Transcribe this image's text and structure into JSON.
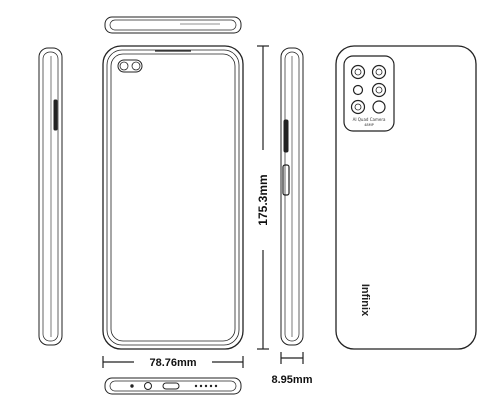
{
  "dimensions": {
    "height_label": "175.3mm",
    "width_label": "78.76mm",
    "depth_label": "8.95mm"
  },
  "back": {
    "brand": "Infinix",
    "camera_caption_1": "AI Quad Camera",
    "camera_caption_2": "48MP"
  },
  "colors": {
    "line": "#222222",
    "background": "#ffffff"
  }
}
